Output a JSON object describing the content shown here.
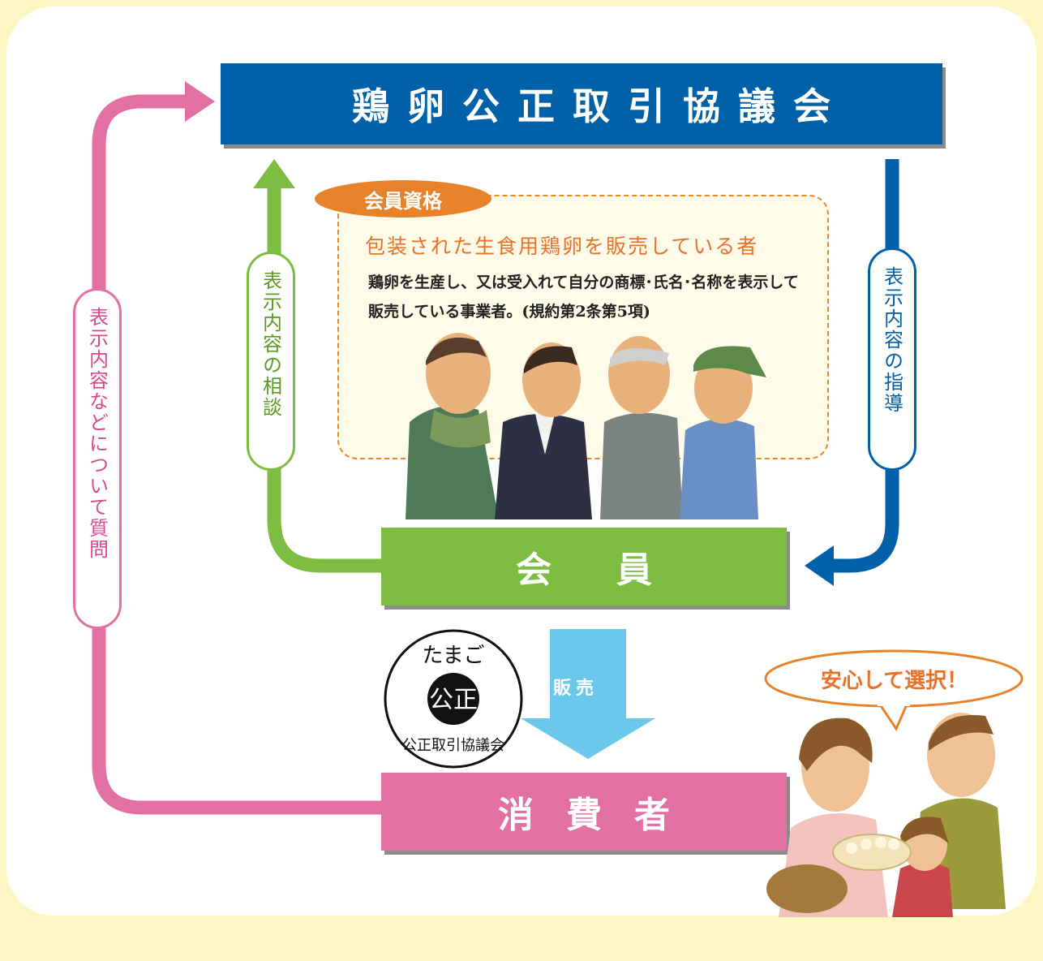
{
  "organization": {
    "title": "鶏卵公正取引協議会"
  },
  "member": {
    "title": "会員"
  },
  "consumer": {
    "title": "消費者"
  },
  "flows": {
    "question": "表示内容などについて質問",
    "consultation": "表示内容の相談",
    "guidance": "表示内容の指導",
    "sale": "販売"
  },
  "qualification": {
    "tag": "会員資格",
    "heading": "包装された生食用鶏卵を販売している者",
    "body": "鶏卵を生産し、又は受入れて自分の商標･氏名･名称を表示して販売している事業者。(規約第2条第5項)"
  },
  "seal": {
    "top_text": "たまご",
    "center_text": "公正",
    "bottom_text": "公正取引協議会"
  },
  "speech": {
    "text": "安心して選択！"
  },
  "colors": {
    "org": "#0060a8",
    "member": "#7cbd41",
    "consumer": "#e370a2",
    "sale_arrow": "#6cc8ea",
    "qual_accent": "#e8822a",
    "background": "#fdf7c4"
  }
}
